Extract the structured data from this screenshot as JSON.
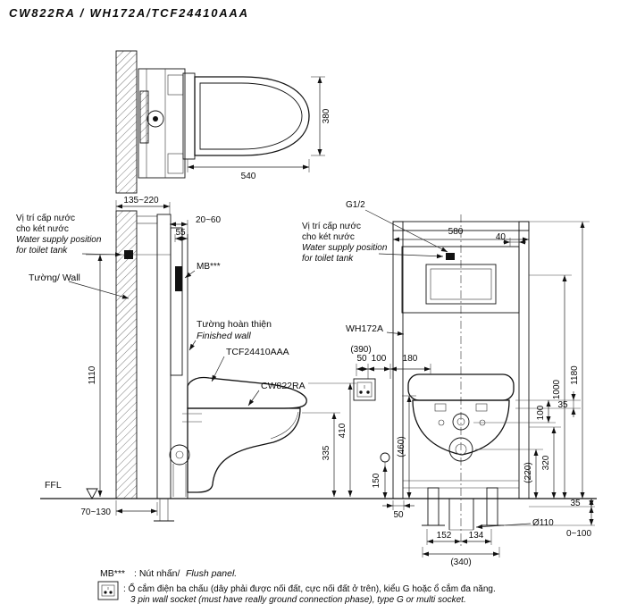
{
  "colors": {
    "ink": "#111111",
    "background": "#ffffff"
  },
  "title": "CW822RA / WH172A/TCF24410AAA",
  "top_view": {
    "dim_540": "540",
    "dim_380": "380"
  },
  "side_view": {
    "dim_135_220": "135~220",
    "supply_label_vi_line1": "Vị trí cấp nước",
    "supply_label_vi_line2": "cho két nước",
    "supply_label_en_line1": "Water supply position",
    "supply_label_en_line2": "for toilet tank",
    "wall_label": "Tường/ Wall",
    "dim_20_60": "20~60",
    "dim_55": "55",
    "flush_panel_ref": "MB***",
    "finished_wall_vi": "Tường hoàn thiện",
    "finished_wall_en": "Finished wall",
    "seat_model": "TCF24410AAA",
    "bowl_model": "CW822RA",
    "dim_1110": "1110",
    "dim_410": "410",
    "dim_335": "335",
    "floor_label": "FFL",
    "dim_70_130": "70~130"
  },
  "front_view": {
    "supply_thread": "G1/2",
    "supply_label_vi_line1": "Vị trí cấp nước",
    "supply_label_vi_line2": "cho két nước",
    "supply_label_en_line1": "Water supply position",
    "supply_label_en_line2": "for toilet tank",
    "dim_580": "580",
    "dim_40": "40",
    "frame_model": "WH172A",
    "dim_390": "(390)",
    "dim_50_socket": "50",
    "dim_100_socket": "100",
    "dim_180": "180",
    "dim_35_seat": "35",
    "dim_1180": "1180",
    "dim_1000": "1000",
    "dim_100_side": "100",
    "dim_320": "320",
    "dim_220": "(220)",
    "dim_460": "(460)",
    "dim_150": "150",
    "dim_50_frame": "50",
    "dim_35_floor": "35",
    "dim_0_100": "0~100",
    "dim_drain": "Ø110",
    "dim_152": "152",
    "dim_134": "134",
    "dim_340": "(340)"
  },
  "notes": {
    "flush_ref": "MB***",
    "flush_vi": ": Nút nhấn/",
    "flush_en": "Flush panel.",
    "socket_vi": ": Ổ cắm điện ba chấu (dây phải được nối đất, cực nối đất ở trên), kiểu G hoặc ổ cắm đa năng.",
    "socket_en": "3 pin wall socket (must have really ground connection phase), type G or multi socket."
  }
}
